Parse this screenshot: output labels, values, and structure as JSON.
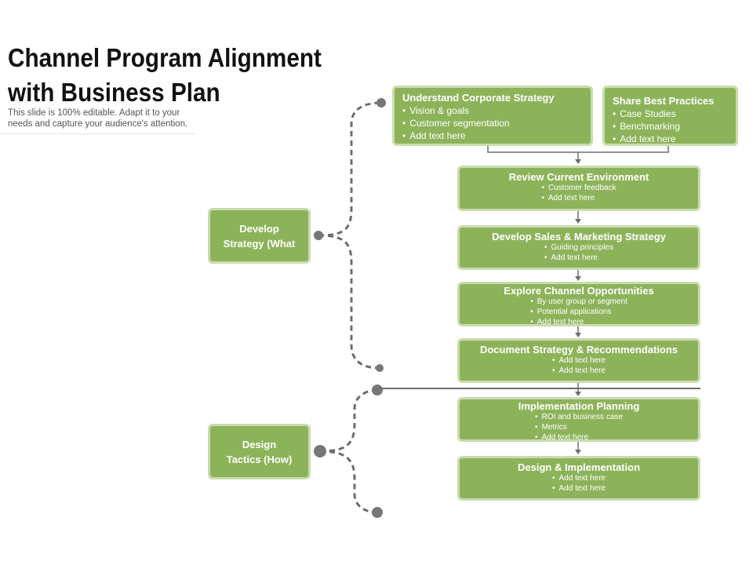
{
  "title": {
    "line1": "Channel Program Alignment",
    "line2": "with Business Plan"
  },
  "subtitle": "This slide is 100% editable. Adapt it to your needs and capture your audience's attention.",
  "left_boxes": [
    {
      "label_line1": "Develop",
      "label_line2": "Strategy (What"
    },
    {
      "label_line1": "Design",
      "label_line2": "Tactics (How)"
    }
  ],
  "top_boxes": [
    {
      "title": "Understand Corporate Strategy",
      "bullets": [
        "Vision & goals",
        "Customer segmentation",
        "Add text here"
      ]
    },
    {
      "title": "Share Best Practices",
      "bullets": [
        "Case Studies",
        "Benchmarking",
        "Add text here"
      ]
    }
  ],
  "flow_boxes": [
    {
      "title": "Review Current Environment",
      "bullets": [
        "Customer feedback",
        "Add text here"
      ]
    },
    {
      "title": "Develop Sales & Marketing Strategy",
      "bullets": [
        "Guiding principles",
        "Add text here"
      ]
    },
    {
      "title": "Explore Channel Opportunities",
      "bullets": [
        "By user group or segment",
        "Potential applications",
        "Add text here"
      ]
    },
    {
      "title": "Document Strategy & Recommendations",
      "bullets": [
        "Add text here",
        "Add text here"
      ]
    },
    {
      "title": "Implementation Planning",
      "bullets": [
        "ROI and business case",
        "Metrics",
        "Add text here"
      ]
    },
    {
      "title": "Design & Implementation",
      "bullets": [
        "Add text here",
        "Add text here"
      ]
    }
  ],
  "colors": {
    "box_fill": "#8db35a",
    "box_border": "#c9dcb0",
    "connector": "#6d6d6d",
    "text": "#ffffff"
  }
}
